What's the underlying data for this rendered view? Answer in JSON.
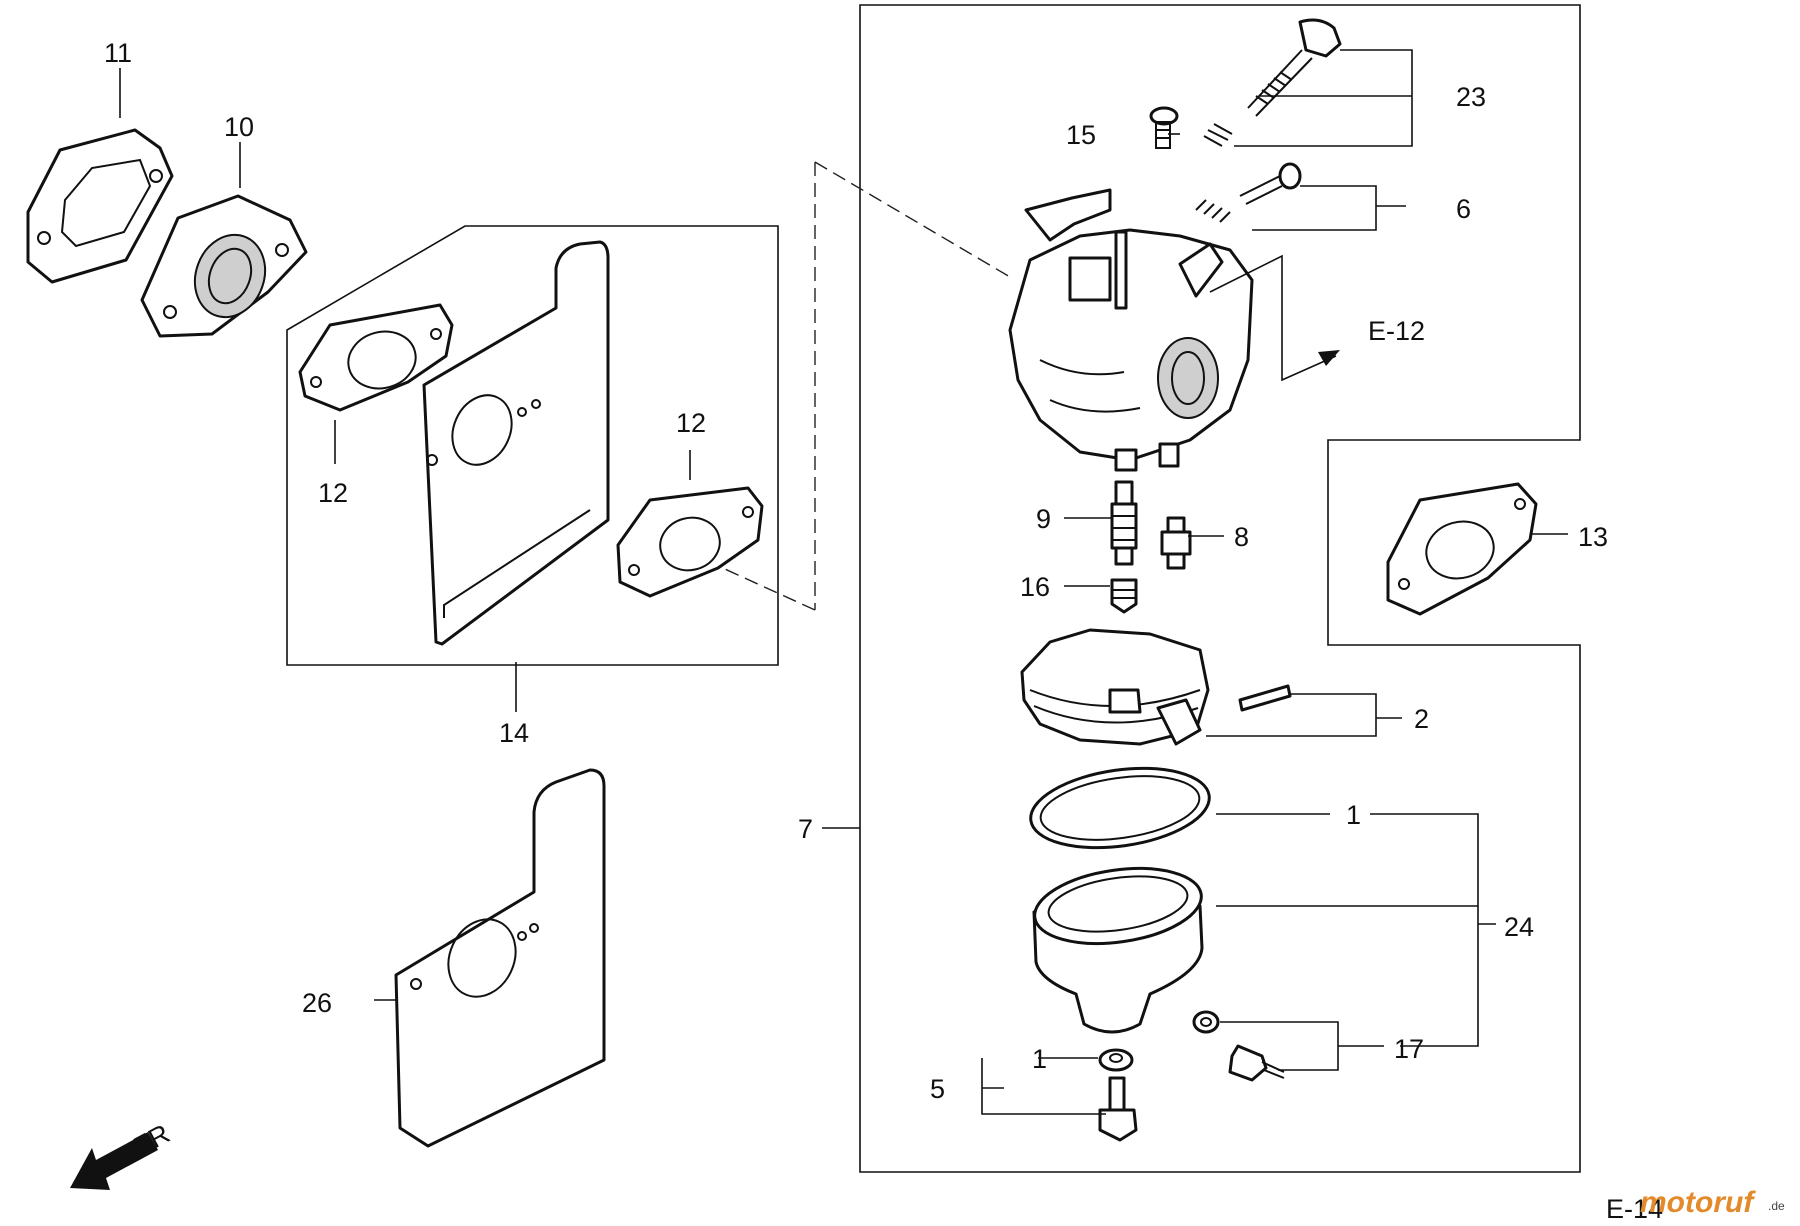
{
  "callouts": {
    "c1a": "1",
    "c1b": "1",
    "c2": "2",
    "c5": "5",
    "c6": "6",
    "c7": "7",
    "c8": "8",
    "c9": "9",
    "c10": "10",
    "c11": "11",
    "c12a": "12",
    "c12b": "12",
    "c13": "13",
    "c14": "14",
    "c15": "15",
    "c16": "16",
    "c17": "17",
    "c23": "23",
    "c24": "24",
    "c26": "26"
  },
  "refs": {
    "e12": "E-12",
    "e14": "E-14"
  },
  "direction": {
    "label": "FR"
  },
  "watermark": {
    "text": "motoruf",
    "suffix": ".de"
  }
}
